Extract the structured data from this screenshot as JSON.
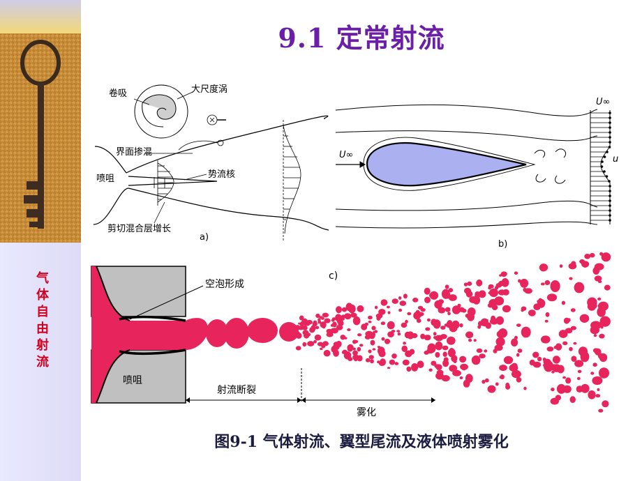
{
  "slide": {
    "title": "9.1  定常射流",
    "side_title": "气体自由射流",
    "caption": "图9-1  气体射流、翼型尾流及液体喷射雾化"
  },
  "figure": {
    "panel_a": {
      "tag": "a)",
      "labels": {
        "entrainment": "卷吸",
        "large_eddy": "大尺度涡",
        "interface_mixing": "界面掺混",
        "nozzle": "喷咀",
        "potential_core": "势流核",
        "shear_layer_growth": "剪切混合层增长"
      }
    },
    "panel_b": {
      "tag": "b)",
      "labels": {
        "u_inf_left": "U∞",
        "u_inf_right": "U∞",
        "u_profile": "u"
      }
    },
    "panel_c": {
      "tag": "c)",
      "labels": {
        "cavitation": "空泡形成",
        "nozzle": "喷咀",
        "jet_breakup": "射流断裂",
        "atomization": "雾化"
      }
    }
  },
  "colors": {
    "title": "#6a1fa6",
    "side_title": "#d40020",
    "airfoil_fill": "#aab0f0",
    "spray": "#e8245c",
    "nozzle_gray": "#c0c0c0"
  }
}
